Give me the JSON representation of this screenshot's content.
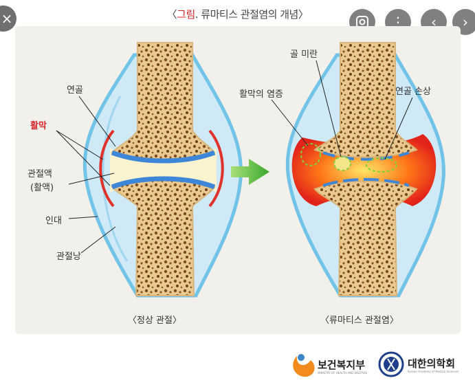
{
  "title": {
    "open": "〈",
    "highlight": "그림",
    "rest": ". 류마티스 관절염의 개념〉"
  },
  "labels": {
    "cartilage": "연골",
    "synovium": "활막",
    "joint_fluid": "관절액",
    "joint_fluid_sub": "(활액)",
    "ligament": "인대",
    "capsule": "관절낭",
    "bone_erosion": "골 미란",
    "synovial_inflammation": "활막의 염증",
    "cartilage_damage": "연골 손상"
  },
  "captions": {
    "normal": "〈정상 관절〉",
    "ra": "〈류마티스 관절염〉"
  },
  "logos": {
    "ministry": "보건복지부",
    "ministry_sub": "MINISTRY OF HEALTH AND WELFARE",
    "academy": "대한의학회",
    "academy_sub": "Korean Academy of Medical Sciences"
  },
  "controls": {
    "close_icon": "×",
    "lens_icon": "lens",
    "more_icon": "⋮",
    "prev_icon": "‹",
    "next_icon": "›"
  }
}
